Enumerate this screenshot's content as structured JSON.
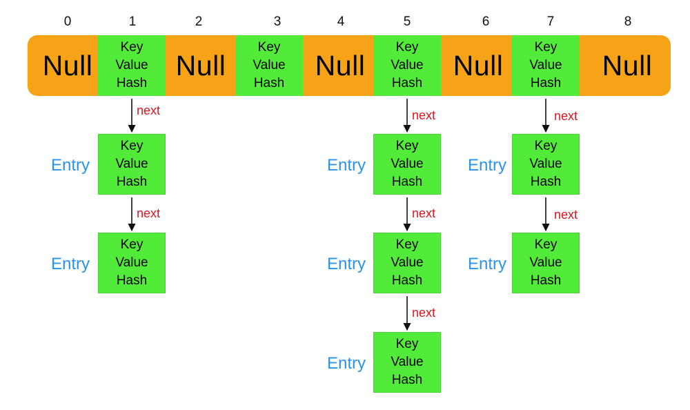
{
  "index_labels": [
    "0",
    "1",
    "2",
    "3",
    "4",
    "5",
    "6",
    "7",
    "8"
  ],
  "null_label": "Null",
  "node_fields": {
    "key": "Key",
    "value": "Value",
    "hash": "Hash"
  },
  "entry_label": "Entry",
  "next_label": "next",
  "colors": {
    "table_bar": "#f7a318",
    "node_fill": "#52eb3a",
    "entry_text": "#2a92f0",
    "next_text": "#e0141e",
    "arrow": "#111111"
  }
}
